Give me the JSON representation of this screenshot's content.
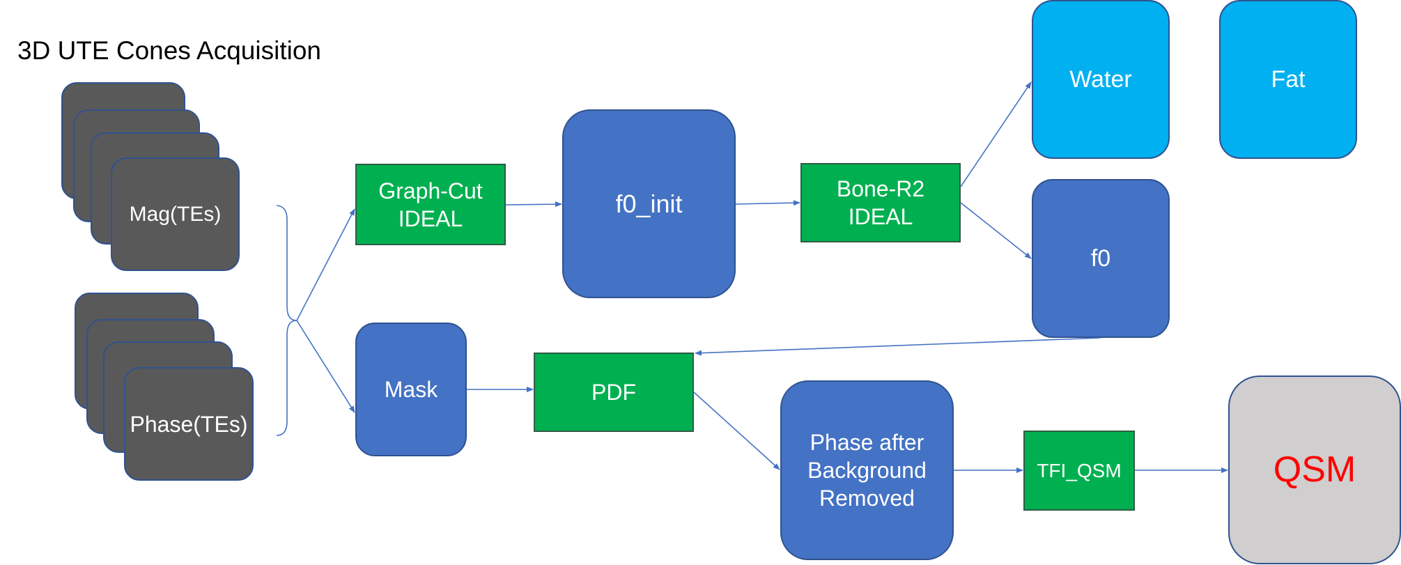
{
  "title": "3D UTE Cones Acquisition",
  "nodes": {
    "mag": "Mag(TEs)",
    "phase": "Phase(TEs)",
    "graph_cut": "Graph-Cut\nIDEAL",
    "mask": "Mask",
    "f0_init": "f0_init",
    "pdf": "PDF",
    "bone_r2": "Bone-R2\nIDEAL",
    "water": "Water",
    "fat": "Fat",
    "f0": "f0",
    "phase_bg": "Phase after\nBackground\nRemoved",
    "tfi_qsm": "TFI_QSM",
    "qsm": "QSM"
  },
  "colors": {
    "process_green": "#00b050",
    "data_blue": "#4472c4",
    "output_cyan": "#00b0f0",
    "acquisition_gray": "#595959",
    "result_gray": "#d0cece",
    "qsm_text": "#ff0000",
    "arrow": "#4472c4"
  }
}
